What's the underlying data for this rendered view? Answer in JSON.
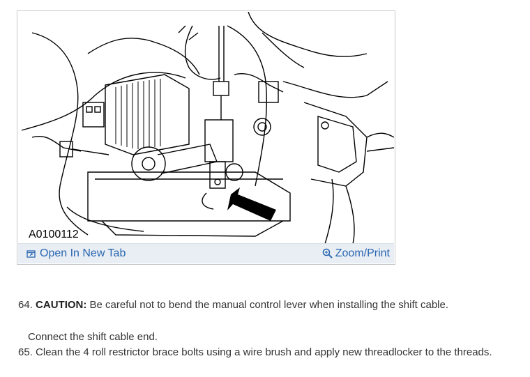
{
  "figure": {
    "caption": "A0100112",
    "open_tab_label": "Open In New Tab",
    "zoom_label": "Zoom/Print",
    "icons": [
      "open-in-new-tab-icon",
      "magnifier-icon"
    ],
    "link_color": "#2a66b0"
  },
  "steps": {
    "s64_number": "64.",
    "s64_caution": "CAUTION:",
    "s64_text": "Be careful not to bend the manual control lever when installing the shift cable.",
    "s64_sub": "Connect the shift cable end.",
    "s65_number": "65.",
    "s65_text": "Clean the 4 roll restrictor brace bolts using a wire brush and apply new threadlocker to the threads."
  }
}
